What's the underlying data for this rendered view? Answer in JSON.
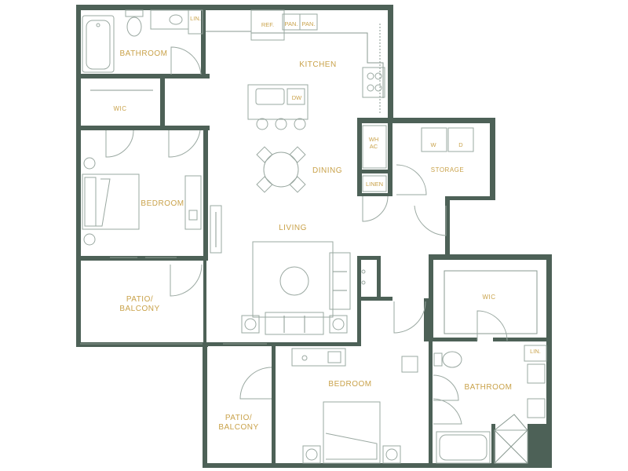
{
  "plan": {
    "wall_color": "#4d6157",
    "label_color": "#c9a24a",
    "rooms": {
      "bathroom_top": "BATHROOM",
      "kitchen": "KITCHEN",
      "wic_left": "WIC",
      "bedroom_left": "BEDROOM",
      "dining": "DINING",
      "storage": "STORAGE",
      "living": "LIVING",
      "patio_left_1": "PATIO/",
      "patio_left_2": "BALCONY",
      "wic_right": "WIC",
      "bedroom_bottom": "BEDROOM",
      "bathroom_right": "BATHROOM",
      "patio_bottom_1": "PATIO/",
      "patio_bottom_2": "BALCONY"
    },
    "fixtures": {
      "lin_top": "LIN.",
      "ref": "REF.",
      "pan1": "PAN.",
      "pan2": "PAN.",
      "dw": "DW",
      "wh": "WH",
      "ac": "AC",
      "linen": "LINEN",
      "washer": "W",
      "dryer": "D",
      "lin_right": "LIN."
    }
  }
}
